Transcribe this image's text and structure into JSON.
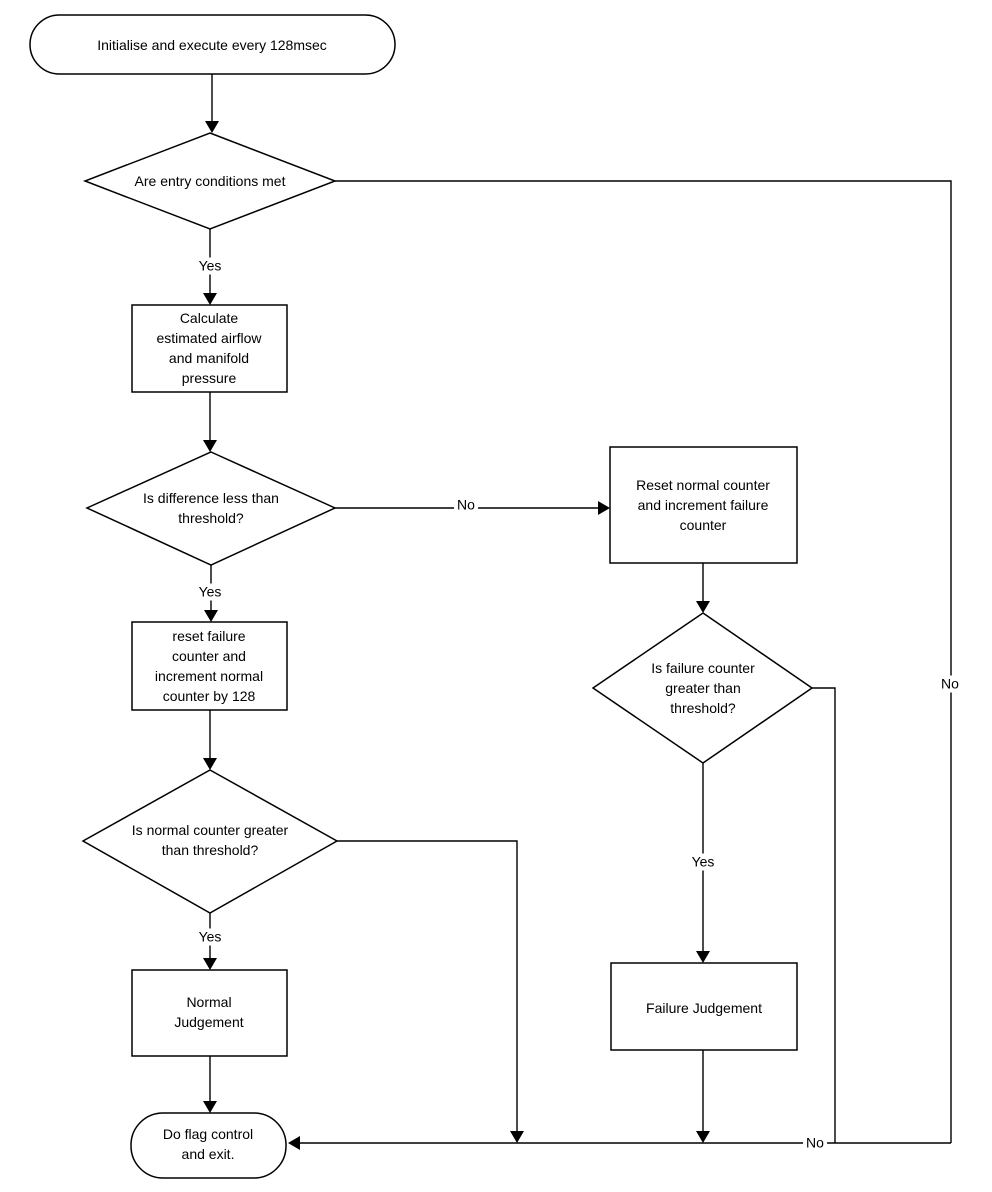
{
  "diagram": {
    "type": "flowchart",
    "colors": {
      "line": "#000000",
      "text": "#000000",
      "background": "#ffffff"
    }
  },
  "nodes": {
    "start": {
      "type": "terminator",
      "label": "Initialise and execute every 128msec"
    },
    "entry_check": {
      "type": "decision",
      "label": "Are entry conditions met"
    },
    "calculate": {
      "type": "process",
      "label": "Calculate\nestimated airflow\nand manifold\npressure"
    },
    "diff_check": {
      "type": "decision",
      "label": "Is difference less than\nthreshold?"
    },
    "reset_normal": {
      "type": "process",
      "label": "Reset normal counter\nand increment failure\ncounter"
    },
    "reset_failure": {
      "type": "process",
      "label": "reset failure\ncounter and\nincrement normal\ncounter by 128"
    },
    "normal_check": {
      "type": "decision",
      "label": "Is normal counter greater\nthan threshold?"
    },
    "failure_check": {
      "type": "decision",
      "label": "Is failure counter\ngreater than\nthreshold?"
    },
    "normal_judgement": {
      "type": "process",
      "label": "Normal\nJudgement"
    },
    "failure_judgement": {
      "type": "process",
      "label": "Failure Judgement"
    },
    "end": {
      "type": "terminator",
      "label": "Do flag control\nand exit."
    }
  },
  "edge_labels": {
    "entry_yes": "Yes",
    "entry_no": "No",
    "diff_yes": "Yes",
    "diff_no": "No",
    "normal_yes": "Yes",
    "failure_yes": "Yes",
    "failure_no": "No"
  }
}
